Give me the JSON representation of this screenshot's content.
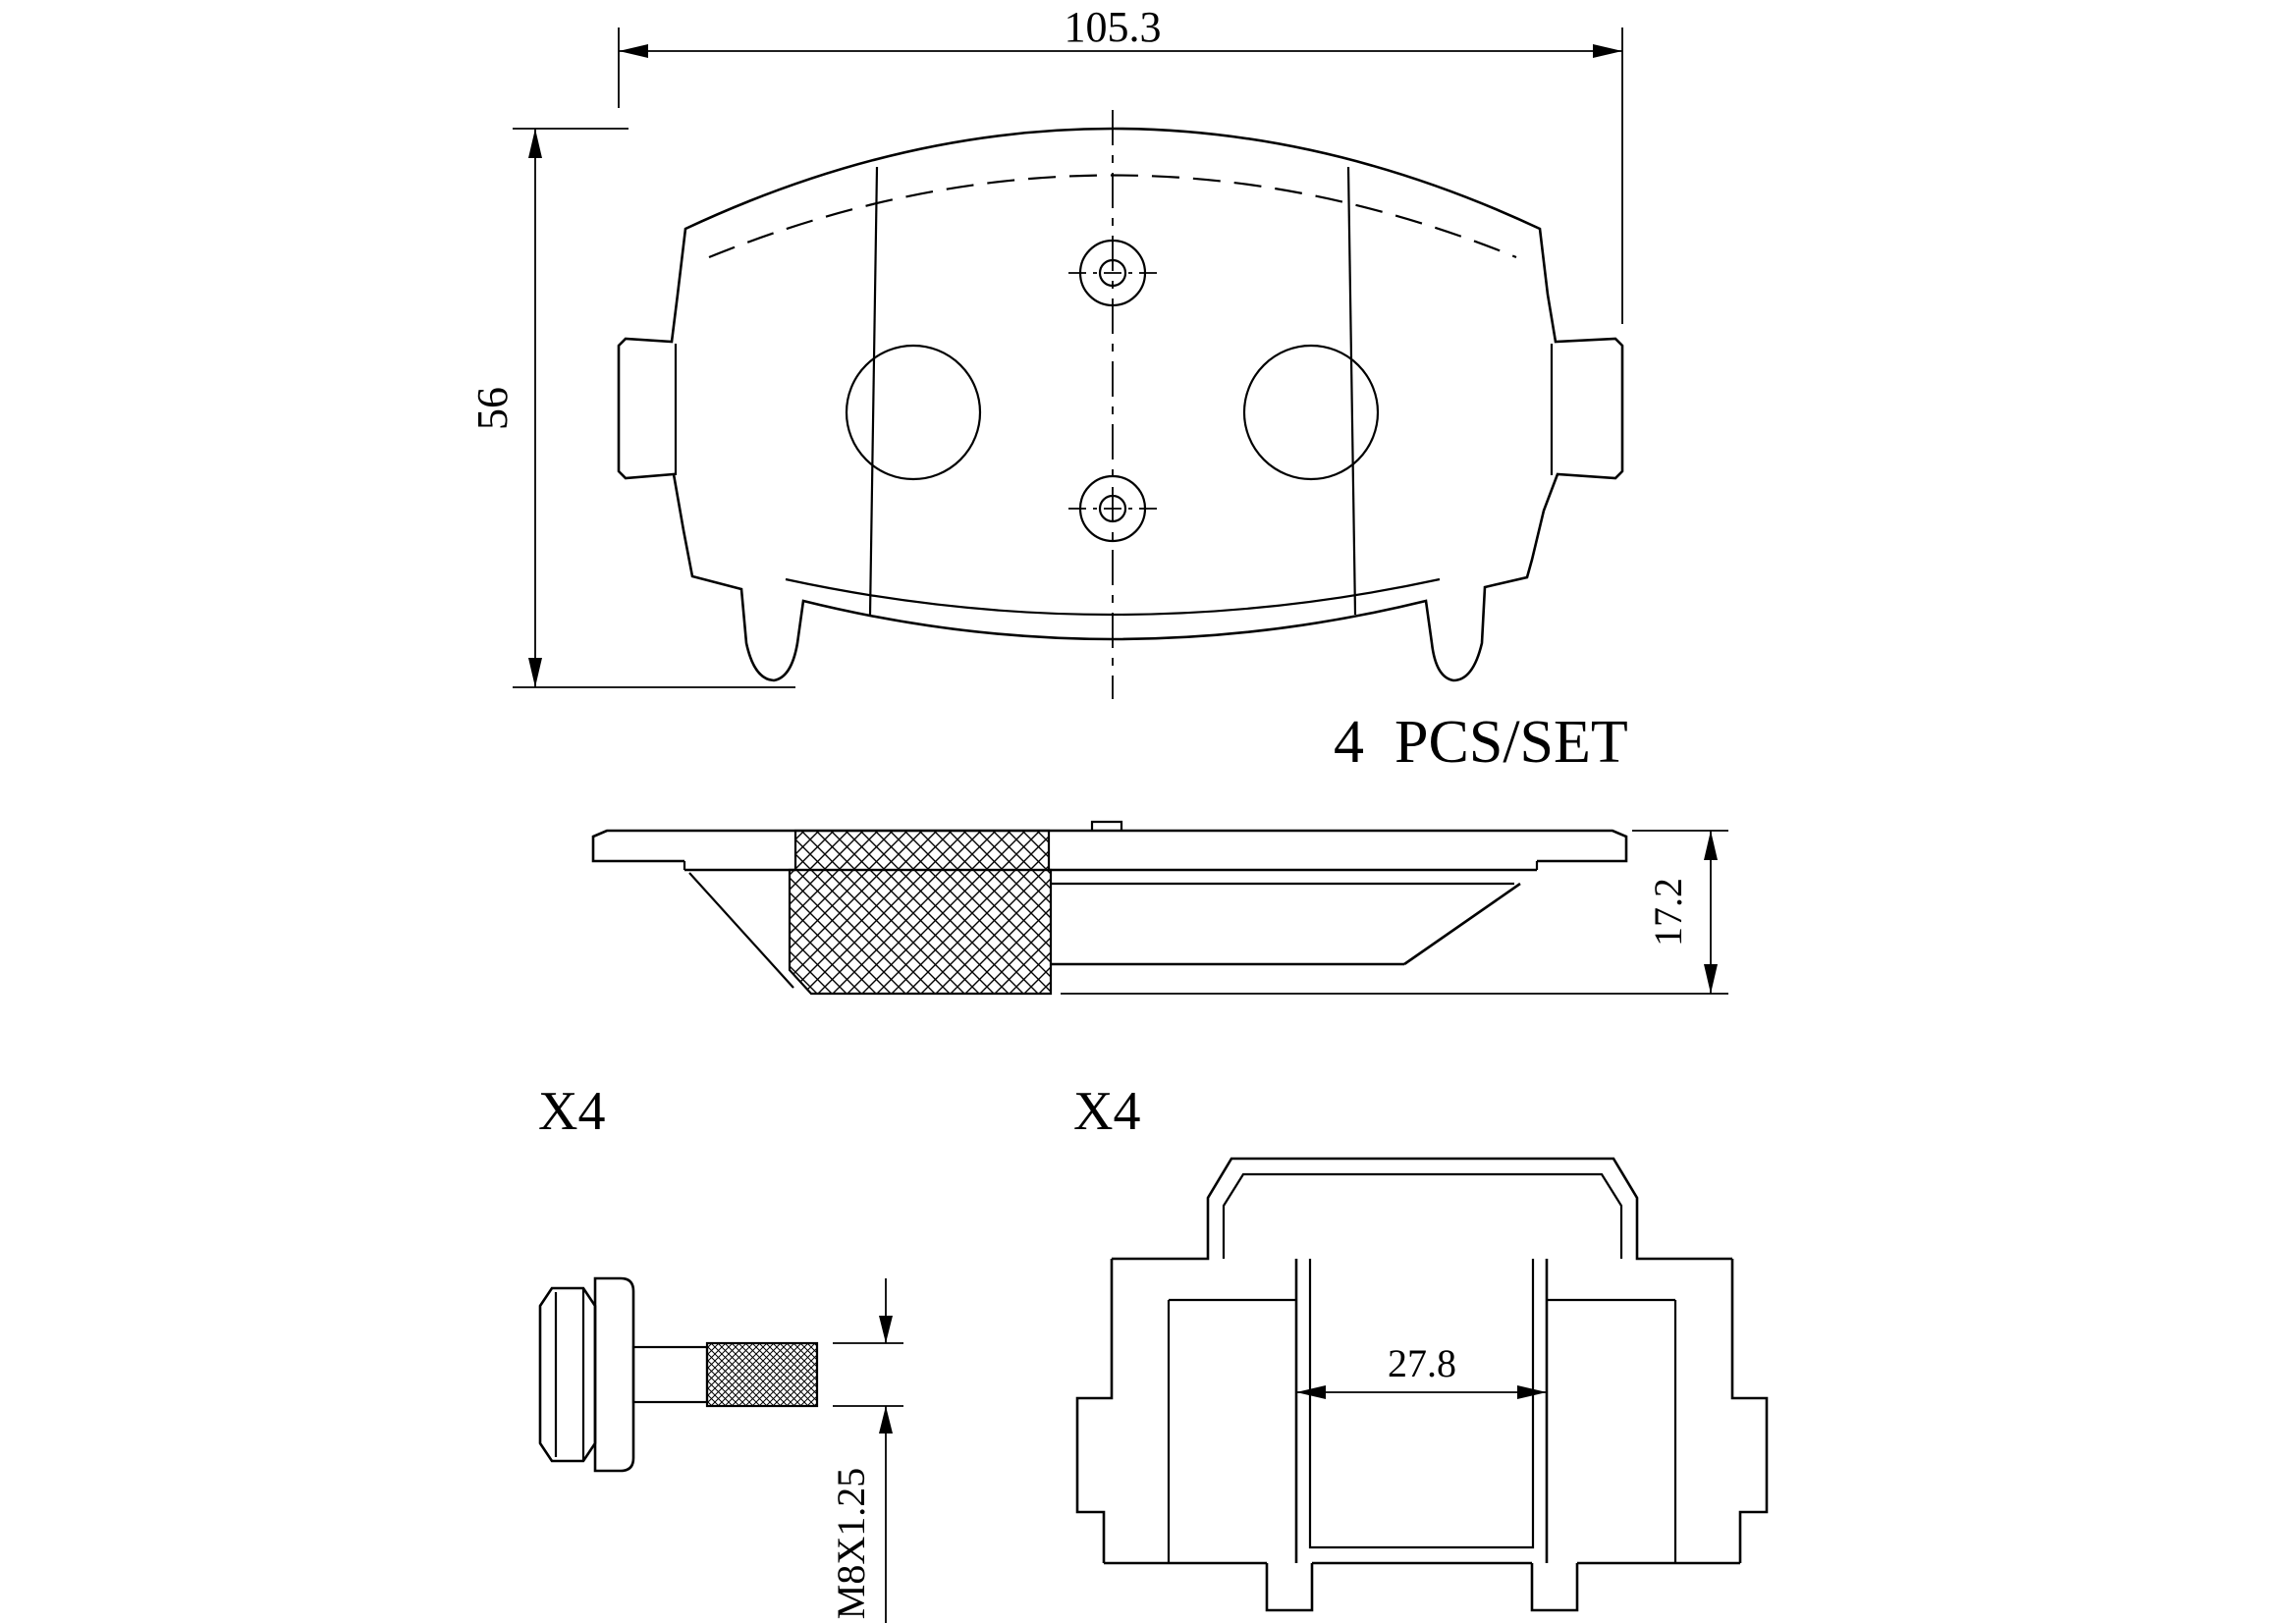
{
  "style": {
    "ink": "#000000",
    "paper": "#ffffff"
  },
  "drawing": {
    "set_label": "4  PCS/SET",
    "front_view": {
      "width_dim": "105.3",
      "height_dim": "56"
    },
    "side_view": {
      "thickness_dim": "17.2"
    },
    "bolt": {
      "qty_label": "X4",
      "thread_dim": "M8X1.25"
    },
    "clip": {
      "qty_label": "X4",
      "opening_dim": "27.8"
    }
  }
}
